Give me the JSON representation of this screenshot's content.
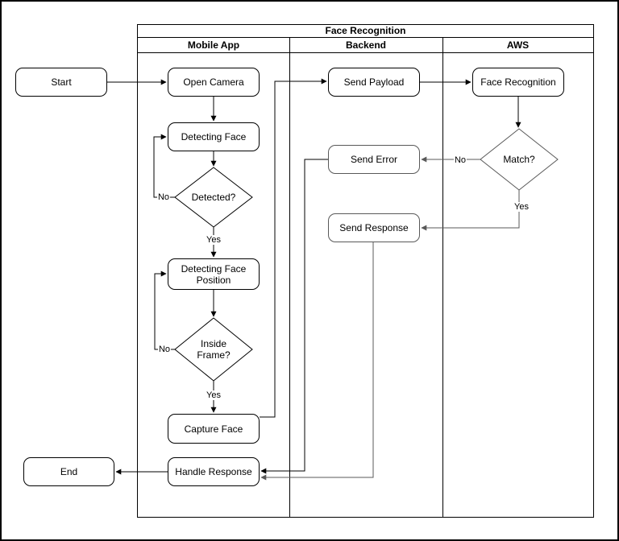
{
  "diagram": {
    "title": "Face Recognition",
    "lanes": [
      {
        "label": "Mobile App"
      },
      {
        "label": "Backend"
      },
      {
        "label": "AWS"
      }
    ]
  },
  "nodes": {
    "start": {
      "label": "Start",
      "lane": "outside"
    },
    "end": {
      "label": "End",
      "lane": "outside"
    },
    "open_camera": {
      "label": "Open Camera",
      "lane": "Mobile App"
    },
    "detecting_face": {
      "label": "Detecting Face",
      "lane": "Mobile App"
    },
    "detected": {
      "label": "Detected?",
      "lane": "Mobile App"
    },
    "detecting_face_position": {
      "label": "Detecting Face Position",
      "lane": "Mobile App"
    },
    "inside_frame": {
      "label": "Inside Frame?",
      "lane": "Mobile App"
    },
    "capture_face": {
      "label": "Capture Face",
      "lane": "Mobile App"
    },
    "handle_response": {
      "label": "Handle Response",
      "lane": "Mobile App"
    },
    "send_payload": {
      "label": "Send Payload",
      "lane": "Backend"
    },
    "send_error": {
      "label": "Send Error",
      "lane": "Backend"
    },
    "send_response": {
      "label": "Send Response",
      "lane": "Backend"
    },
    "face_recognition": {
      "label": "Face Recognition",
      "lane": "AWS"
    },
    "match": {
      "label": "Match?",
      "lane": "AWS"
    }
  },
  "edge_labels": {
    "detected_no": "No",
    "detected_yes": "Yes",
    "inside_frame_no": "No",
    "inside_frame_yes": "Yes",
    "match_no": "No",
    "match_yes": "Yes"
  },
  "colors": {
    "stroke_dark": "#000000",
    "stroke_muted": "#595959",
    "background": "#ffffff"
  }
}
